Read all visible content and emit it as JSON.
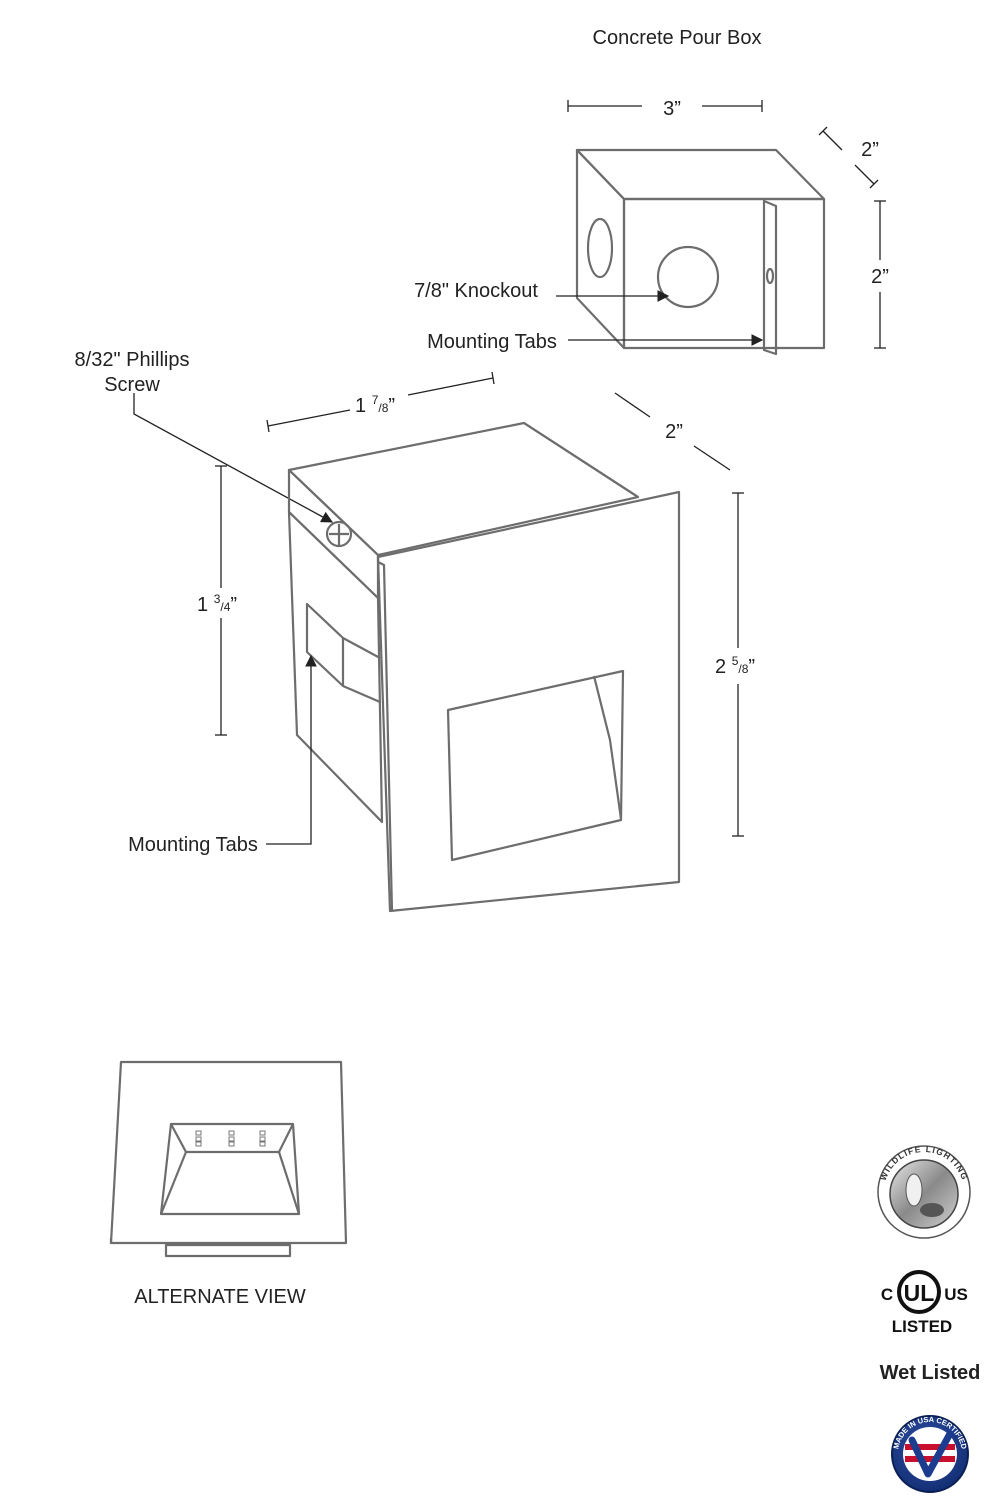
{
  "box": {
    "title": "Concrete Pour Box",
    "width": "3”",
    "depth": "2”",
    "height": "2”",
    "knockout": "7/8\" Knockout",
    "tabs": "Mounting Tabs"
  },
  "fixture": {
    "screw_line1": "8/32\" Phillips",
    "screw_line2": "Screw",
    "width_whole": "1 ",
    "width_num": "7",
    "width_den": "/8",
    "width_unit": "”",
    "depth": "2”",
    "body_whole": "1 ",
    "body_num": "3",
    "body_den": "/4",
    "body_unit": "”",
    "face_whole": "2 ",
    "face_num": "5",
    "face_den": "/8",
    "face_unit": "”",
    "tabs": "Mounting Tabs"
  },
  "alternate": {
    "caption": "ALTERNATE VIEW"
  },
  "badges": {
    "wildlife_text": "WILDLIFE LIGHTING",
    "ul_c": "C",
    "ul_mark": "UL",
    "ul_us": "US",
    "ul_listed": "LISTED",
    "wet": "Wet Listed",
    "usa_text": "MADE IN USA CERTIFIED"
  }
}
